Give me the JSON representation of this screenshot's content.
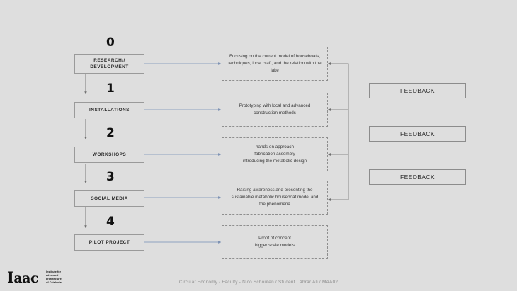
{
  "slide": {
    "background_color": "#dedede",
    "connector_color": "#8fa3c0",
    "box_border_color": "#9a9a9a",
    "dashed_border_color": "#8e8e8e"
  },
  "stages": [
    {
      "number": "0",
      "label": "RESEARCH//\nDEVELOPMENT"
    },
    {
      "number": "1",
      "label": "INSTALLATIONS"
    },
    {
      "number": "2",
      "label": "WORKSHOPS"
    },
    {
      "number": "3",
      "label": "SOCIAL MEDIA"
    },
    {
      "number": "4",
      "label": "PILOT PROJECT"
    }
  ],
  "descriptions": [
    {
      "text": "Focusing on the current model of houseboats, techniques, local craft, and the relation with the lake"
    },
    {
      "text": "Prototyping with local and advanced construction methods"
    },
    {
      "text": "hands on approach\nfabrication assembly\nintroducing the metabolic design"
    },
    {
      "text": "Raising awareness and presenting the sustainable metabolic houseboat model and the phenomena"
    },
    {
      "text": "Proof of concept\nbigger scale models"
    }
  ],
  "feedback": [
    {
      "label": "FEEDBACK"
    },
    {
      "label": "FEEDBACK"
    },
    {
      "label": "FEEDBACK"
    }
  ],
  "footer": {
    "logo_text": "Iaac",
    "logo_subtitle": "Institute for\nadvanced\narchitecture\nof Catalonia",
    "credit": "Circular Economy /  Faculty - Nico Schouten  / Student : Abrar Ali / MAA02"
  }
}
